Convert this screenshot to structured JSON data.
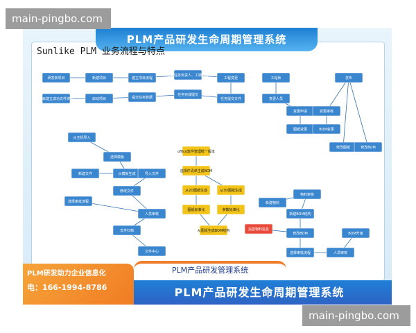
{
  "watermark": {
    "top": "main-pingbo.com",
    "bottom": "main-pingbo.com"
  },
  "poster": {
    "top_banner": "PLM产品研发生命周期管理系统",
    "board_title": "Sunlike PLM 业务流程与特点",
    "ribbon": "PLM产品研发管理系统",
    "bottom_banner": "PLM产品研发生命周期管理系统",
    "slogan": "PLM研发助力企业信息化",
    "contact": "电：166-1994-8786"
  },
  "colors": {
    "node_blue": "#3a86cf",
    "node_dark": "#2c6db4",
    "node_yellow": "#f2c318",
    "node_red": "#e84a3b",
    "edge": "#2f6fb2"
  },
  "flow": {
    "nodes": [
      {
        "key": "n1",
        "label": "研发新项目"
      },
      {
        "key": "n2",
        "label": "新建项目"
      },
      {
        "key": "n3",
        "label": "建立项目流程"
      },
      {
        "key": "n4",
        "label": "分配任务负责人、工期内容"
      },
      {
        "key": "n5",
        "label": "项目建立成功文件资料"
      },
      {
        "key": "n6",
        "label": "启动项目"
      },
      {
        "key": "n7",
        "label": "提交任务数据"
      },
      {
        "key": "n8",
        "label": "任务完成提交"
      },
      {
        "key": "n9",
        "label": "工程变更"
      },
      {
        "key": "n10",
        "label": "任务提交文件"
      },
      {
        "key": "n11",
        "label": "工程师"
      },
      {
        "key": "n12",
        "label": "变更人员"
      },
      {
        "key": "n13",
        "label": "变更申请"
      },
      {
        "key": "n14",
        "label": "变更审核"
      },
      {
        "key": "n15",
        "label": "图纸变更"
      },
      {
        "key": "n16",
        "label": "BOM变更"
      },
      {
        "key": "n17",
        "label": "发布"
      },
      {
        "key": "n18",
        "label": "修改图纸"
      },
      {
        "key": "n19",
        "label": "修改BOM"
      },
      {
        "key": "n20",
        "label": "从主机导入"
      },
      {
        "key": "n21",
        "label": "选择模板"
      },
      {
        "key": "n22",
        "label": "新建文件"
      },
      {
        "key": "n23",
        "label": "从模板生成"
      },
      {
        "key": "n24",
        "label": "导入文件"
      },
      {
        "key": "n25",
        "label": "修改文件"
      },
      {
        "key": "n26",
        "label": "选择审批流程"
      },
      {
        "key": "n27",
        "label": "人员审核"
      },
      {
        "key": "n28",
        "label": "文件归档"
      },
      {
        "key": "n29",
        "label": "文件中心"
      },
      {
        "key": "n30",
        "label": "office软件管理统一版本"
      },
      {
        "key": "n31",
        "label": "选择件清单生成BOM"
      },
      {
        "key": "n32",
        "label": "从2D图纸生成"
      },
      {
        "key": "n33",
        "label": "从3D图纸生成"
      },
      {
        "key": "n34",
        "label": "图纸标准化"
      },
      {
        "key": "n35",
        "label": "参数标准化"
      },
      {
        "key": "n36",
        "label": "从图纸生成BOM结构"
      },
      {
        "key": "n37",
        "label": "新建物料"
      },
      {
        "key": "n38",
        "label": "物料审核"
      },
      {
        "key": "n39",
        "label": "新建BOM结构"
      },
      {
        "key": "n40",
        "label": "修改BOM"
      },
      {
        "key": "n41",
        "label": "选择审批流程"
      },
      {
        "key": "n42",
        "label": "人员审核"
      },
      {
        "key": "n43",
        "label": "BOM升级"
      },
      {
        "key": "n44",
        "label": "完善物料信息"
      }
    ]
  }
}
